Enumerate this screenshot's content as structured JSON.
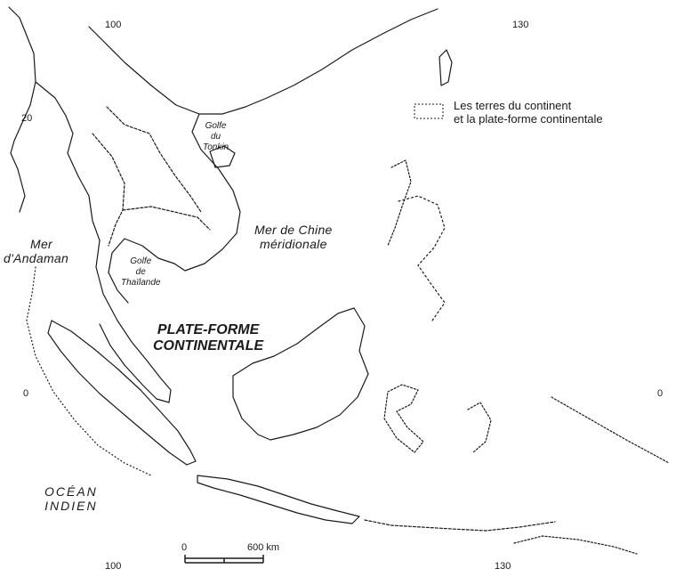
{
  "coordinates": {
    "lon_100_top": "100",
    "lon_130_top": "130",
    "lat_20": "20",
    "lat_0_left": "0",
    "lat_0_right": "0",
    "lon_100_bottom": "100",
    "lon_130_bottom": "130"
  },
  "labels": {
    "gulf_tonkin": [
      "Golfe",
      "du",
      "Tonkin"
    ],
    "gulf_thailand": [
      "Golfe",
      "de",
      "Thaïlande"
    ],
    "andaman": [
      "Mer",
      "d'Andaman"
    ],
    "south_china_sea": [
      "Mer  de Chine",
      "méridionale"
    ],
    "shelf": [
      "PLATE-FORME",
      "CONTINENTALE"
    ],
    "ocean": [
      "OCÉAN",
      "INDIEN"
    ]
  },
  "legend": {
    "line1": "Les terres du continent",
    "line2": "et la plate-forme continentale"
  },
  "scale": {
    "zero": "0",
    "distance": "600 km"
  },
  "colors": {
    "line": "#1a1a1a",
    "background": "#ffffff"
  }
}
